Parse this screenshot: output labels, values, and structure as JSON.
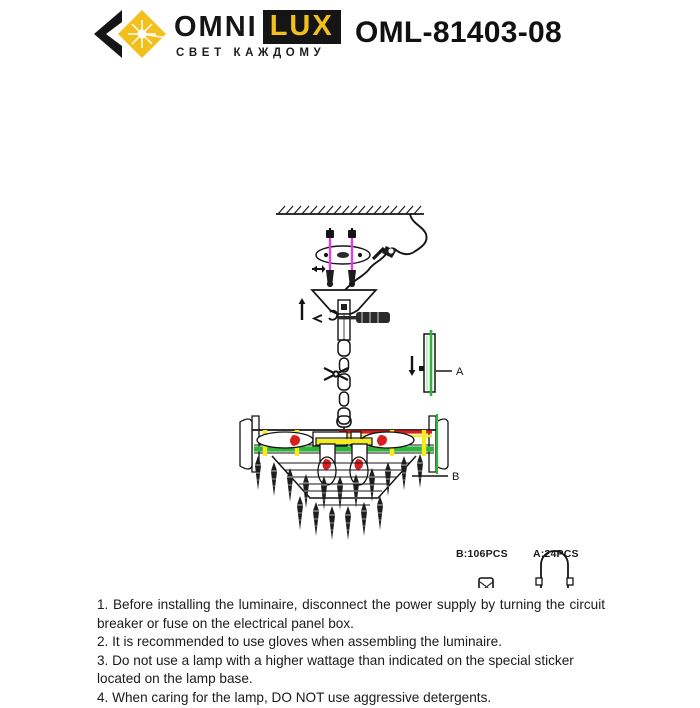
{
  "header": {
    "logo": {
      "brand_primary": "OMNI",
      "brand_secondary": "LUX",
      "tagline": "СВЕТ КАЖДОМУ",
      "mark_icon": "omnilux-chevron-diamond-sunburst-logo",
      "color_accent": "#f2bf1d",
      "color_dark": "#151515"
    },
    "model_number": "OML-81403-08"
  },
  "diagram": {
    "title": "chandelier-installation-diagram",
    "callouts": [
      {
        "id": "A",
        "label": "A",
        "target": "upright-crystal-panel"
      },
      {
        "id": "B",
        "label": "B",
        "target": "hanging-crystal-drop"
      }
    ],
    "parts": [
      {
        "id": "B",
        "label": "B:106PCS",
        "icon": "textured-crystal-rod",
        "count": 106
      },
      {
        "id": "A",
        "label": "A:24PCS",
        "icon": "oval-crystal-pendant",
        "count": 24
      }
    ],
    "components": {
      "ceiling": "hatched-ceiling-surface",
      "mounting_plate": "ceiling-mounting-bracket",
      "anchors": "wall-anchors-and-screws",
      "wiring": "supply-wire-routing",
      "canopy": "ceiling-canopy-cone",
      "screwdriver": "screwdriver-tool",
      "chain": "suspension-chain",
      "pliers": "pliers-tool",
      "body": "chandelier-frame-with-crystals",
      "terminal_block": "terminal-block-wiring-detail"
    },
    "colors": {
      "highlight_green": "#2fb539",
      "highlight_yellow": "#f4ec1c",
      "highlight_red": "#d81f1f",
      "highlight_magenta": "#e040e0",
      "line": "#141414"
    }
  },
  "instructions": [
    "1. Before installing the luminaire, disconnect the power supply by turning the circuit breaker or fuse on the electrical panel box.",
    "2. It is recommended to use gloves when assembling the luminaire.",
    "3. Do not use a lamp with a higher wattage than indicated on the special sticker located on the lamp base.",
    "4. When caring for the lamp, DO NOT use aggressive detergents."
  ]
}
